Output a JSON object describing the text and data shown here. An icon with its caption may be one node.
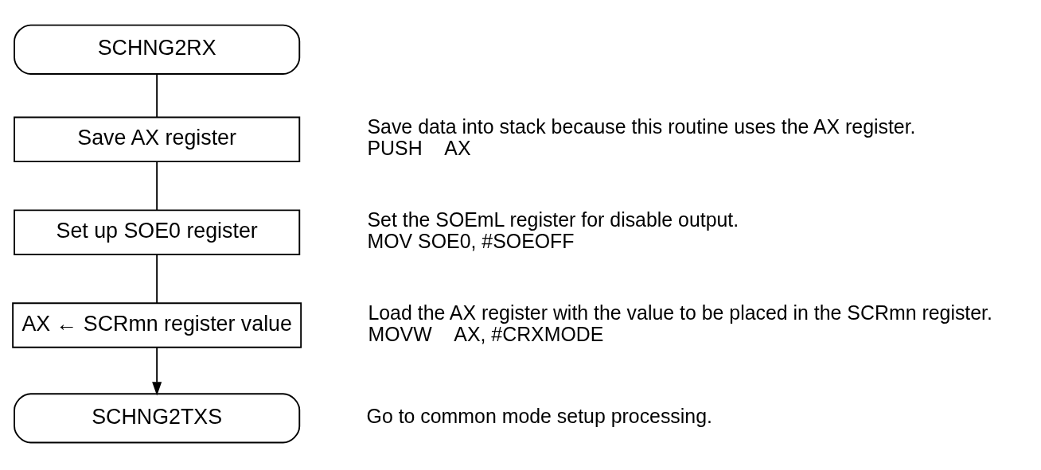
{
  "diagram": {
    "nodes": [
      {
        "text": [
          "SCHNG2RX"
        ]
      },
      {
        "text": [
          "Save AX register"
        ],
        "beside": [
          "Save data into stack because this routine uses the AX register.",
          "PUSH    AX"
        ]
      },
      {
        "text": [
          "Set up SOE0 register"
        ],
        "beside": [
          "Set the SOEmL register for disable output.",
          "MOV SOE0, #SOEOFF"
        ]
      },
      {
        "text": [
          "AX ← SCRmn register value"
        ],
        "beside": [
          "Load the AX register with the value to be placed in the SCRmn register.",
          "MOVW    AX, #CRXMODE"
        ]
      },
      {
        "text": [
          "SCHNG2TXS"
        ],
        "beside": [
          "Go to common mode setup processing."
        ]
      }
    ],
    "edges": [
      {
        "from": 0,
        "to": 1,
        "arrow": "none"
      },
      {
        "from": 1,
        "to": 2,
        "arrow": "none"
      },
      {
        "from": 2,
        "to": 3,
        "arrow": "none"
      },
      {
        "from": 3,
        "to": 4,
        "arrow": "to"
      }
    ]
  }
}
